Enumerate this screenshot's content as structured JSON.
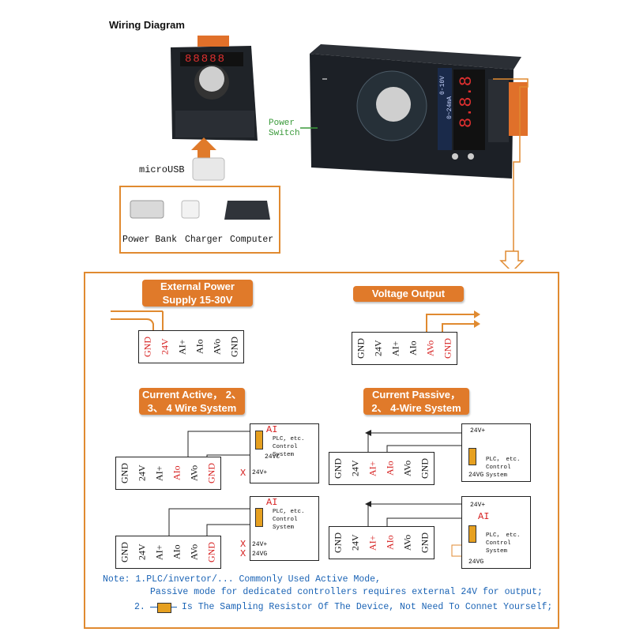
{
  "title": "Wiring Diagram",
  "device_small": {
    "display": "88888",
    "microusb_label": "microUSB"
  },
  "device_large": {
    "range_label_1": "0-10V",
    "range_label_2": "0~24mA",
    "digits": "8.8.8",
    "power_switch_label_line1": "Power",
    "power_switch_label_line2": "Switch"
  },
  "power_sources": {
    "items": [
      "Power Bank",
      "Charger",
      "Computer"
    ]
  },
  "sections": {
    "external_power": {
      "title_line1": "External Power",
      "title_line2": "Supply 15-30V",
      "terminals": [
        "GND",
        "24V",
        "AI+",
        "AIo",
        "AVo",
        "GND"
      ],
      "red": [
        0,
        1
      ]
    },
    "voltage_output": {
      "title": "Voltage Output",
      "terminals": [
        "GND",
        "24V",
        "AI+",
        "AIo",
        "AVo",
        "GND"
      ],
      "red": [
        4,
        5
      ]
    },
    "current_active": {
      "title_line1": "Current Active， 2、",
      "title_line2": "3、 4 Wire System",
      "terminals": [
        "GND",
        "24V",
        "AI+",
        "AIo",
        "AVo",
        "GND"
      ],
      "red_top": [
        3,
        5
      ],
      "red_bottom": [
        5
      ],
      "plc_ai": "AI",
      "plc_name_line1": "PLC, etc.",
      "plc_name_line2": "Control System",
      "plc_24vc": "24VC",
      "plc_24vp": "24V+",
      "plc_24vg": "24VG",
      "x_mark": "X"
    },
    "current_passive": {
      "title_line1": "Current Passive，",
      "title_line2": "2、 4-Wire System",
      "terminals": [
        "GND",
        "24V",
        "AI+",
        "AIo",
        "AVo",
        "GND"
      ],
      "red_top": [
        2,
        3
      ],
      "red_bottom": [
        2,
        3
      ],
      "plc_ai": "AI",
      "plc_name_line1": "PLC， etc.",
      "plc_name_line2": "Control System",
      "plc_24vp": "24V+",
      "plc_24vg": "24VG"
    }
  },
  "notes": {
    "line1": "Note: 1.PLC/invertor/... Commonly Used Active Mode,",
    "line2": "Passive mode for dedicated controllers requires external 24V for output;",
    "line3_prefix": "2.",
    "line3_text": "Is The Sampling Resistor Of The Device, Not Need To Connet Yourself;"
  },
  "colors": {
    "orange": "#e07a2a",
    "frame": "#e08a30",
    "red": "#d62020",
    "green": "#3a9a3a",
    "note_blue": "#1a63b5"
  }
}
